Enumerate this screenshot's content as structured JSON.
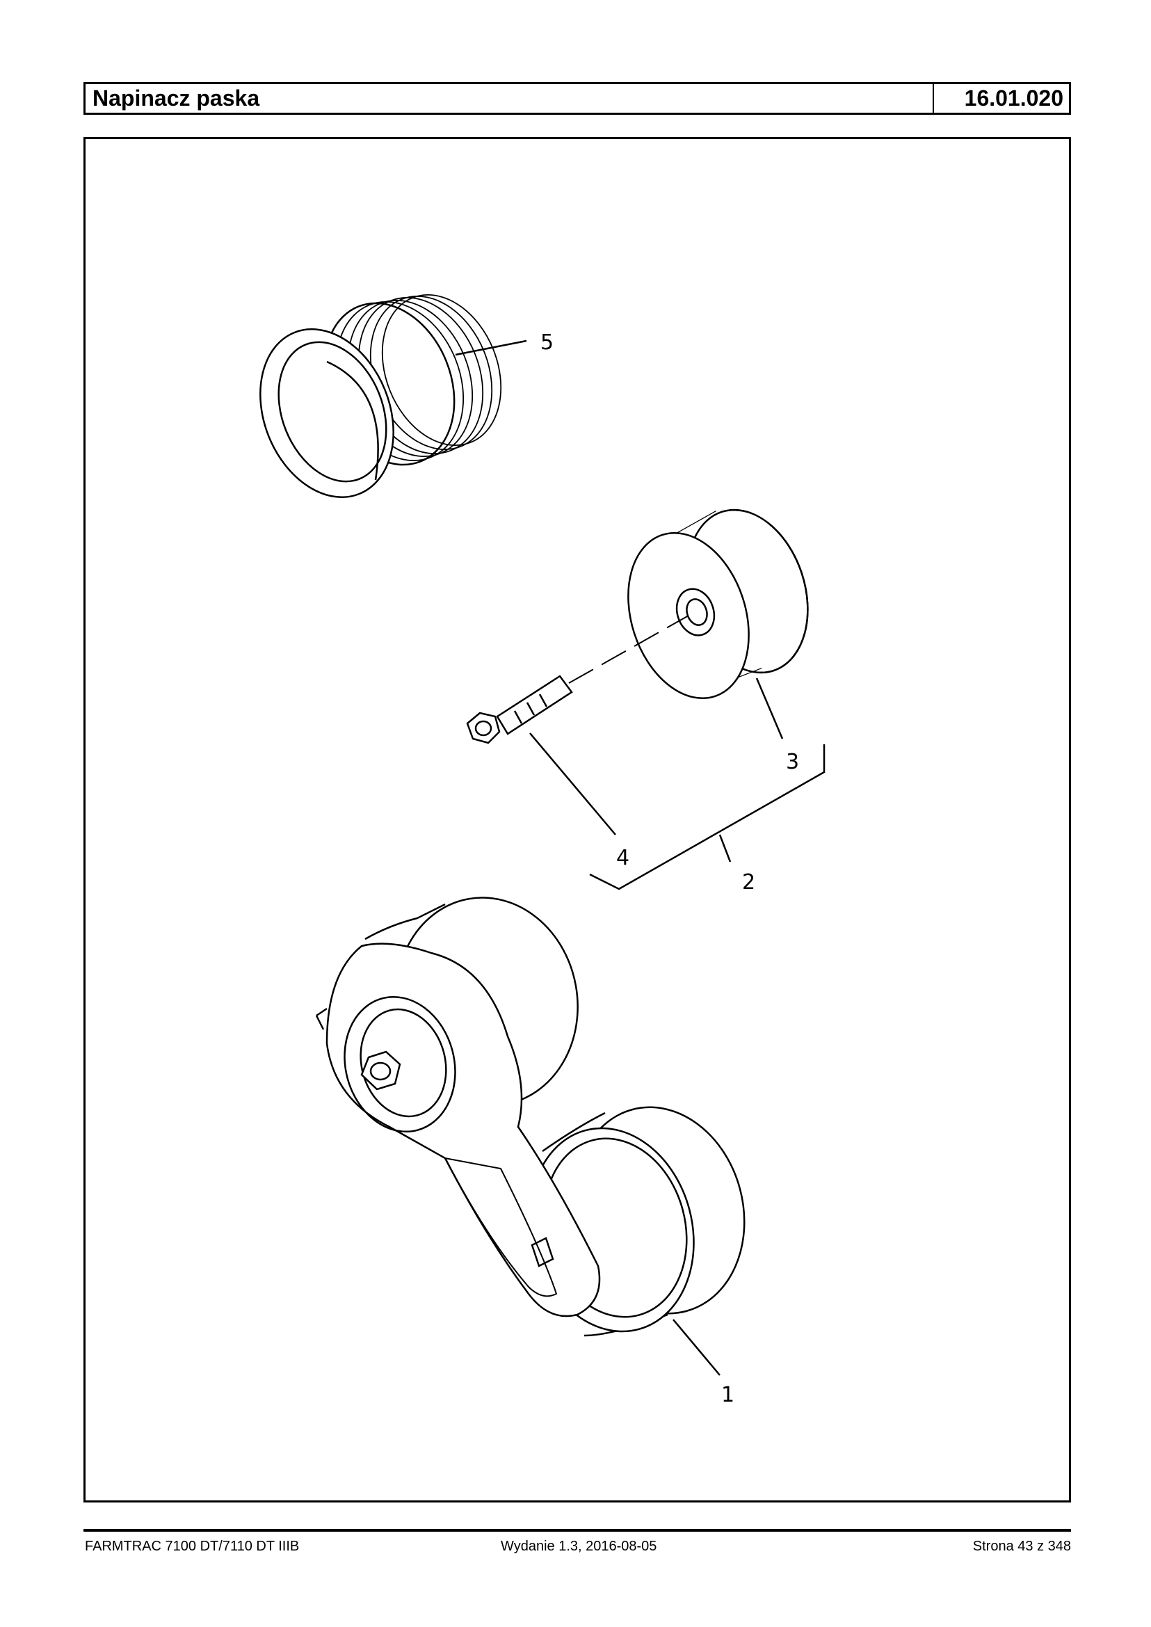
{
  "header": {
    "title": "Napinacz paska",
    "code": "16.01.020"
  },
  "drawing": {
    "callouts": [
      "1",
      "2",
      "3",
      "4",
      "5"
    ]
  },
  "footer": {
    "model": "FARMTRAC 7100 DT/7110 DT IIIB",
    "edition": "Wydanie 1.3,  2016-08-05",
    "page": "Strona 43 z 348"
  }
}
